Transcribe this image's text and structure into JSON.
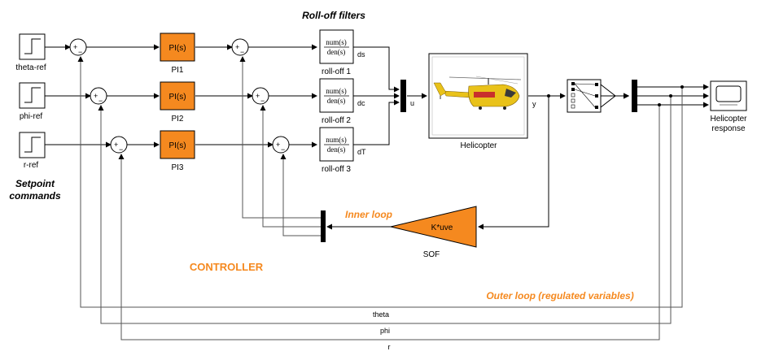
{
  "colors": {
    "accent": "#F5891F",
    "block_fill": "#F5891F",
    "wire": "#000000"
  },
  "setpoints": [
    {
      "id": "theta",
      "label": "theta-ref"
    },
    {
      "id": "phi",
      "label": "phi-ref"
    },
    {
      "id": "r",
      "label": "r-ref"
    }
  ],
  "sum_signs": {
    "plus": "+",
    "minus": "−"
  },
  "pi_blocks": [
    {
      "id": "pi1",
      "text": "PI(s)",
      "caption": "PI1"
    },
    {
      "id": "pi2",
      "text": "PI(s)",
      "caption": "PI2"
    },
    {
      "id": "pi3",
      "text": "PI(s)",
      "caption": "PI3"
    }
  ],
  "rolloff_blocks": [
    {
      "id": "ro1",
      "num": "num(s)",
      "den": "den(s)",
      "caption": "roll-off 1",
      "out_signal": "ds"
    },
    {
      "id": "ro2",
      "num": "num(s)",
      "den": "den(s)",
      "caption": "roll-off 2",
      "out_signal": "dc"
    },
    {
      "id": "ro3",
      "num": "num(s)",
      "den": "den(s)",
      "caption": "roll-off 3",
      "out_signal": "dT"
    }
  ],
  "labels": {
    "rolloff_filters": "Roll-off filters",
    "setpoint_line1": "Setpoint",
    "setpoint_line2": "commands",
    "controller": "CONTROLLER",
    "inner_loop": "Inner loop",
    "outer_loop": "Outer loop (regulated variables)",
    "mux_signal": "u",
    "plant_output": "y"
  },
  "plant": {
    "caption": "Helicopter"
  },
  "sof": {
    "text": "K*uve",
    "caption": "SOF"
  },
  "scope": {
    "caption_line1": "Helicopter",
    "caption_line2": "response"
  },
  "feedback": [
    {
      "id": "theta",
      "label": "theta"
    },
    {
      "id": "phi",
      "label": "phi"
    },
    {
      "id": "r",
      "label": "r"
    }
  ]
}
